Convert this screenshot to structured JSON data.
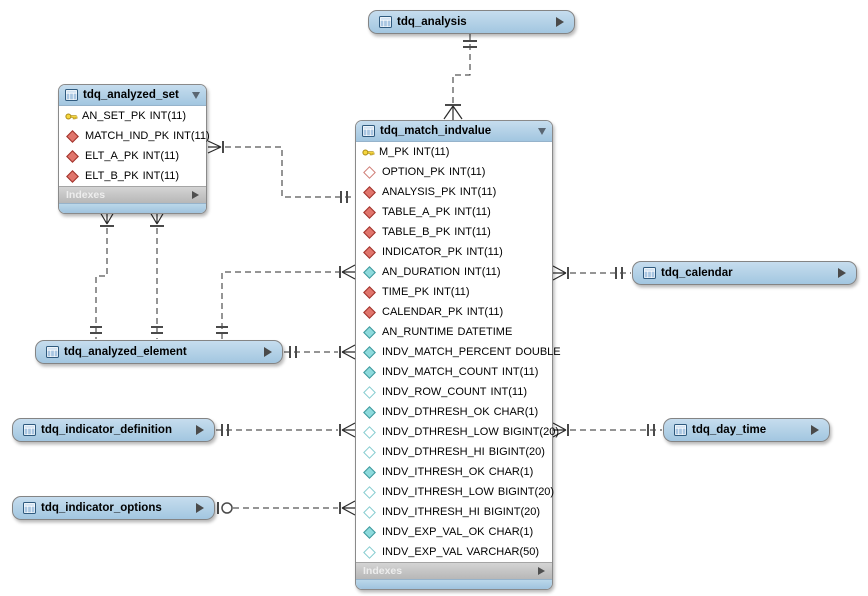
{
  "diagram": {
    "indexes_label": "Indexes",
    "colors": {
      "table_header_blue": "#aecde8",
      "indexes_bar_gray": "#c0c0c0",
      "primary_key_gold": "#f6d63f",
      "foreign_key_red": "#e0756c",
      "attribute_cyan": "#8edadc",
      "line_black": "#2b2b2b"
    },
    "tables": [
      {
        "id": "tdq_analysis",
        "name": "tdq_analysis",
        "collapsed": true
      },
      {
        "id": "tdq_analyzed_set",
        "name": "tdq_analyzed_set",
        "collapsed": false,
        "columns": [
          {
            "name": "AN_SET_PK",
            "type": "INT(11)",
            "flag": "pk"
          },
          {
            "name": "MATCH_IND_PK",
            "type": "INT(11)",
            "flag": "fk"
          },
          {
            "name": "ELT_A_PK",
            "type": "INT(11)",
            "flag": "fk"
          },
          {
            "name": "ELT_B_PK",
            "type": "INT(11)",
            "flag": "fk"
          }
        ]
      },
      {
        "id": "tdq_match_indvalue",
        "name": "tdq_match_indvalue",
        "collapsed": false,
        "columns": [
          {
            "name": "M_PK",
            "type": "INT(11)",
            "flag": "pk"
          },
          {
            "name": "OPTION_PK",
            "type": "INT(11)",
            "flag": "fk-nullable"
          },
          {
            "name": "ANALYSIS_PK",
            "type": "INT(11)",
            "flag": "fk"
          },
          {
            "name": "TABLE_A_PK",
            "type": "INT(11)",
            "flag": "fk"
          },
          {
            "name": "TABLE_B_PK",
            "type": "INT(11)",
            "flag": "fk"
          },
          {
            "name": "INDICATOR_PK",
            "type": "INT(11)",
            "flag": "fk"
          },
          {
            "name": "AN_DURATION",
            "type": "INT(11)",
            "flag": "attr"
          },
          {
            "name": "TIME_PK",
            "type": "INT(11)",
            "flag": "fk"
          },
          {
            "name": "CALENDAR_PK",
            "type": "INT(11)",
            "flag": "fk"
          },
          {
            "name": "AN_RUNTIME",
            "type": "DATETIME",
            "flag": "attr"
          },
          {
            "name": "INDV_MATCH_PERCENT",
            "type": "DOUBLE",
            "flag": "attr"
          },
          {
            "name": "INDV_MATCH_COUNT",
            "type": "INT(11)",
            "flag": "attr"
          },
          {
            "name": "INDV_ROW_COUNT",
            "type": "INT(11)",
            "flag": "attr-nullable"
          },
          {
            "name": "INDV_DTHRESH_OK",
            "type": "CHAR(1)",
            "flag": "attr"
          },
          {
            "name": "INDV_DTHRESH_LOW",
            "type": "BIGINT(20)",
            "flag": "attr-nullable"
          },
          {
            "name": "INDV_DTHRESH_HI",
            "type": "BIGINT(20)",
            "flag": "attr-nullable"
          },
          {
            "name": "INDV_ITHRESH_OK",
            "type": "CHAR(1)",
            "flag": "attr"
          },
          {
            "name": "INDV_ITHRESH_LOW",
            "type": "BIGINT(20)",
            "flag": "attr-nullable"
          },
          {
            "name": "INDV_ITHRESH_HI",
            "type": "BIGINT(20)",
            "flag": "attr-nullable"
          },
          {
            "name": "INDV_EXP_VAL_OK",
            "type": "CHAR(1)",
            "flag": "attr"
          },
          {
            "name": "INDV_EXP_VAL",
            "type": "VARCHAR(50)",
            "flag": "attr-nullable"
          }
        ]
      },
      {
        "id": "tdq_calendar",
        "name": "tdq_calendar",
        "collapsed": true
      },
      {
        "id": "tdq_analyzed_element",
        "name": "tdq_analyzed_element",
        "collapsed": true
      },
      {
        "id": "tdq_indicator_definition",
        "name": "tdq_indicator_definition",
        "collapsed": true
      },
      {
        "id": "tdq_day_time",
        "name": "tdq_day_time",
        "collapsed": true
      },
      {
        "id": "tdq_indicator_options",
        "name": "tdq_indicator_options",
        "collapsed": true
      }
    ],
    "relationships": [
      {
        "from": "tdq_analysis",
        "to": "tdq_match_indvalue",
        "from_card": "one",
        "to_card": "many"
      },
      {
        "from": "tdq_match_indvalue",
        "to": "tdq_analyzed_set",
        "from_card": "one",
        "to_card": "many"
      },
      {
        "from": "tdq_analyzed_element",
        "to": "tdq_analyzed_set",
        "from_card": "one",
        "to_card": "many"
      },
      {
        "from": "tdq_analyzed_element",
        "to": "tdq_analyzed_set",
        "from_card": "one",
        "to_card": "many"
      },
      {
        "from": "tdq_analyzed_element",
        "to": "tdq_match_indvalue",
        "from_card": "one",
        "to_card": "many"
      },
      {
        "from": "tdq_analyzed_element",
        "to": "tdq_match_indvalue",
        "from_card": "one",
        "to_card": "many"
      },
      {
        "from": "tdq_indicator_definition",
        "to": "tdq_match_indvalue",
        "from_card": "one",
        "to_card": "many"
      },
      {
        "from": "tdq_indicator_options",
        "to": "tdq_match_indvalue",
        "from_card": "zero-or-one",
        "to_card": "many"
      },
      {
        "from": "tdq_calendar",
        "to": "tdq_match_indvalue",
        "from_card": "one",
        "to_card": "many"
      },
      {
        "from": "tdq_day_time",
        "to": "tdq_match_indvalue",
        "from_card": "one",
        "to_card": "many"
      }
    ]
  }
}
